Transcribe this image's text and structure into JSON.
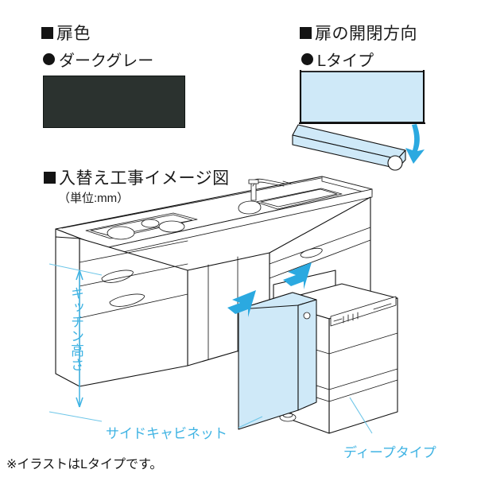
{
  "sections": {
    "door_color": {
      "heading": "扉色",
      "bullet_icon": "filled-square",
      "option_label": "ダークグレー",
      "option_bullet_icon": "filled-circle",
      "swatch_color": "#2b322f"
    },
    "door_direction": {
      "heading": "扉の開閉方向",
      "bullet_icon": "filled-square",
      "option_label": "Lタイプ",
      "option_bullet_icon": "filled-circle",
      "panel_color": "#cfe9f8",
      "arrow_color": "#2ba9e0"
    },
    "install_diagram": {
      "heading": "入替え工事イメージ図",
      "bullet_icon": "filled-square",
      "unit_note": "（単位:mm）",
      "dimension_label": "キッチン高さ",
      "side_cabinet_label": "サイドキャビネット",
      "deep_type_label": "ディープタイプ",
      "accent_color": "#3fb3e3"
    }
  },
  "footnote": {
    "text": "※イラストはLタイプです。"
  }
}
